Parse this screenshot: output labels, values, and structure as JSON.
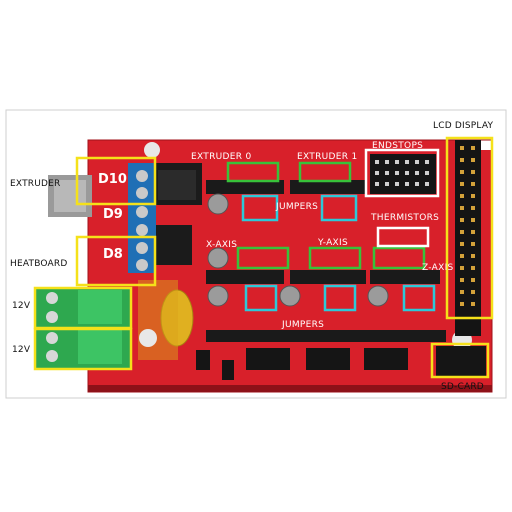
{
  "labels": {
    "extruder": "EXTRUDER",
    "heatboard": "HEATBOARD",
    "v12_top": "12V",
    "v12_bottom": "12V",
    "lcd_display": "LCD DISPLAY",
    "sd_card": "SD-CARD"
  },
  "board_labels": {
    "extruder0": "EXTRUDER 0",
    "extruder1": "EXTRUDER 1",
    "endstops": "ENDSTOPS",
    "jumpers_top": "JUMPERS",
    "thermistors": "THERMISTORS",
    "x_axis": "X-AXIS",
    "y_axis": "Y-AXIS",
    "z_axis": "Z-AXIS",
    "jumpers_bottom": "JUMPERS"
  },
  "pins": {
    "d10": "D10",
    "d9": "D9",
    "d8": "D8"
  },
  "colors": {
    "board_red": "#d8202a",
    "highlight_yellow": "#f5e11a",
    "highlight_green": "#38c23a",
    "highlight_cyan": "#2ec8d8",
    "highlight_white": "#ffffff",
    "terminal_green": "#2ea84f",
    "terminal_blue": "#1f6fb5"
  }
}
